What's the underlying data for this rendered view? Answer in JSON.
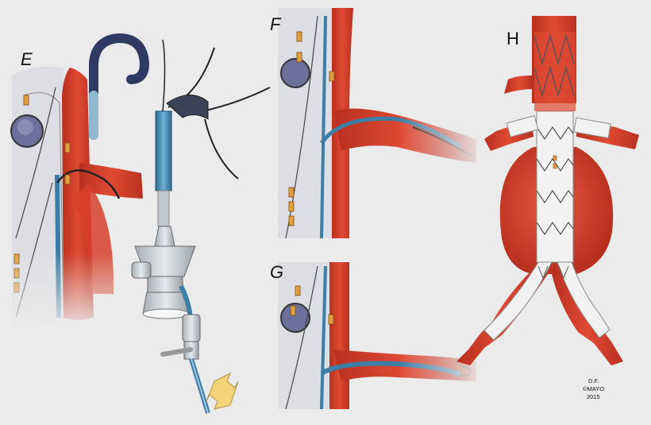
{
  "labels": {
    "panel_e": "E",
    "panel_f": "F",
    "panel_g": "G",
    "panel_h": "H"
  },
  "credit": {
    "line1": "D.F.",
    "line2": "©MAYO",
    "line3": "2015"
  },
  "colors": {
    "background": "#ebebeb",
    "vessel": "#d8402c",
    "vessel_dark": "#a52a1a",
    "vertebra": "#d8d8dc",
    "wire": "#222222",
    "sheath_blue": "#3c7ea6",
    "catheter_navy": "#2e3a63",
    "graft_fabric": "#f2f2f2",
    "stent_wire": "#555555",
    "marker_orange": "#e0a040",
    "arrow_yellow": "#f3d27a"
  }
}
